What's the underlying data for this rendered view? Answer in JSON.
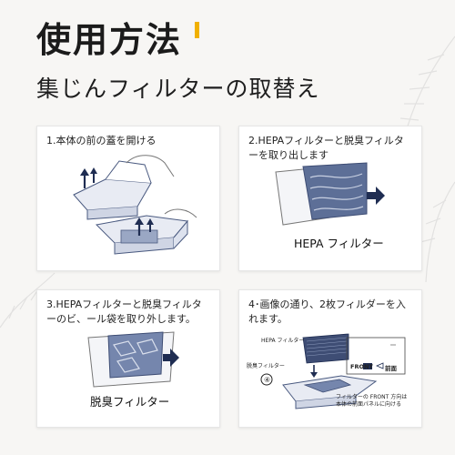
{
  "header": {
    "title": "使用方法",
    "subtitle": "集じんフィルターの取替え"
  },
  "steps": [
    {
      "caption": "1.本体の前の蓋を開ける"
    },
    {
      "caption": "2.HEPAフィルターと脱臭フィルターを取り出します",
      "label": "HEPA フィルター"
    },
    {
      "caption": "3.HEPAフィルターと脱臭フィルターのビ、ール袋を取り外します。",
      "label": "脱臭フィルター"
    },
    {
      "caption": "4･画像の通り、2枚フィルダーを入れます。",
      "diagram": {
        "hepa_label": "HEPA フィルター",
        "deodor_label": "脱臭フィルター",
        "num": "④",
        "front_label": "FRONT",
        "mae_label": "前面",
        "note_line1": "フィルターの FRONT 方向は",
        "note_line2": "本体の前面パネルに向ける"
      }
    }
  ],
  "colors": {
    "accent": "#f0b000",
    "filter_blue": "#5d6f97",
    "filter_dark": "#3e4d74"
  }
}
